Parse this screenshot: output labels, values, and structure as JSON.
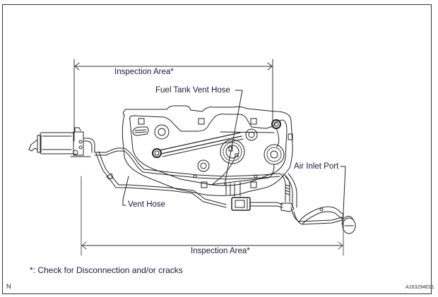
{
  "figure": {
    "labels": {
      "inspection_area_top": "Inspection Area*",
      "inspection_area_bottom": "Inspection Area*",
      "fuel_tank_vent_hose": "Fuel Tank Vent Hose",
      "vent_hose": "Vent Hose",
      "air_inlet_port": "Air Inlet Port"
    },
    "footnote": "*: Check for Disconnection and/or cracks",
    "view_marker": "N",
    "figure_code": "A163294E01"
  }
}
